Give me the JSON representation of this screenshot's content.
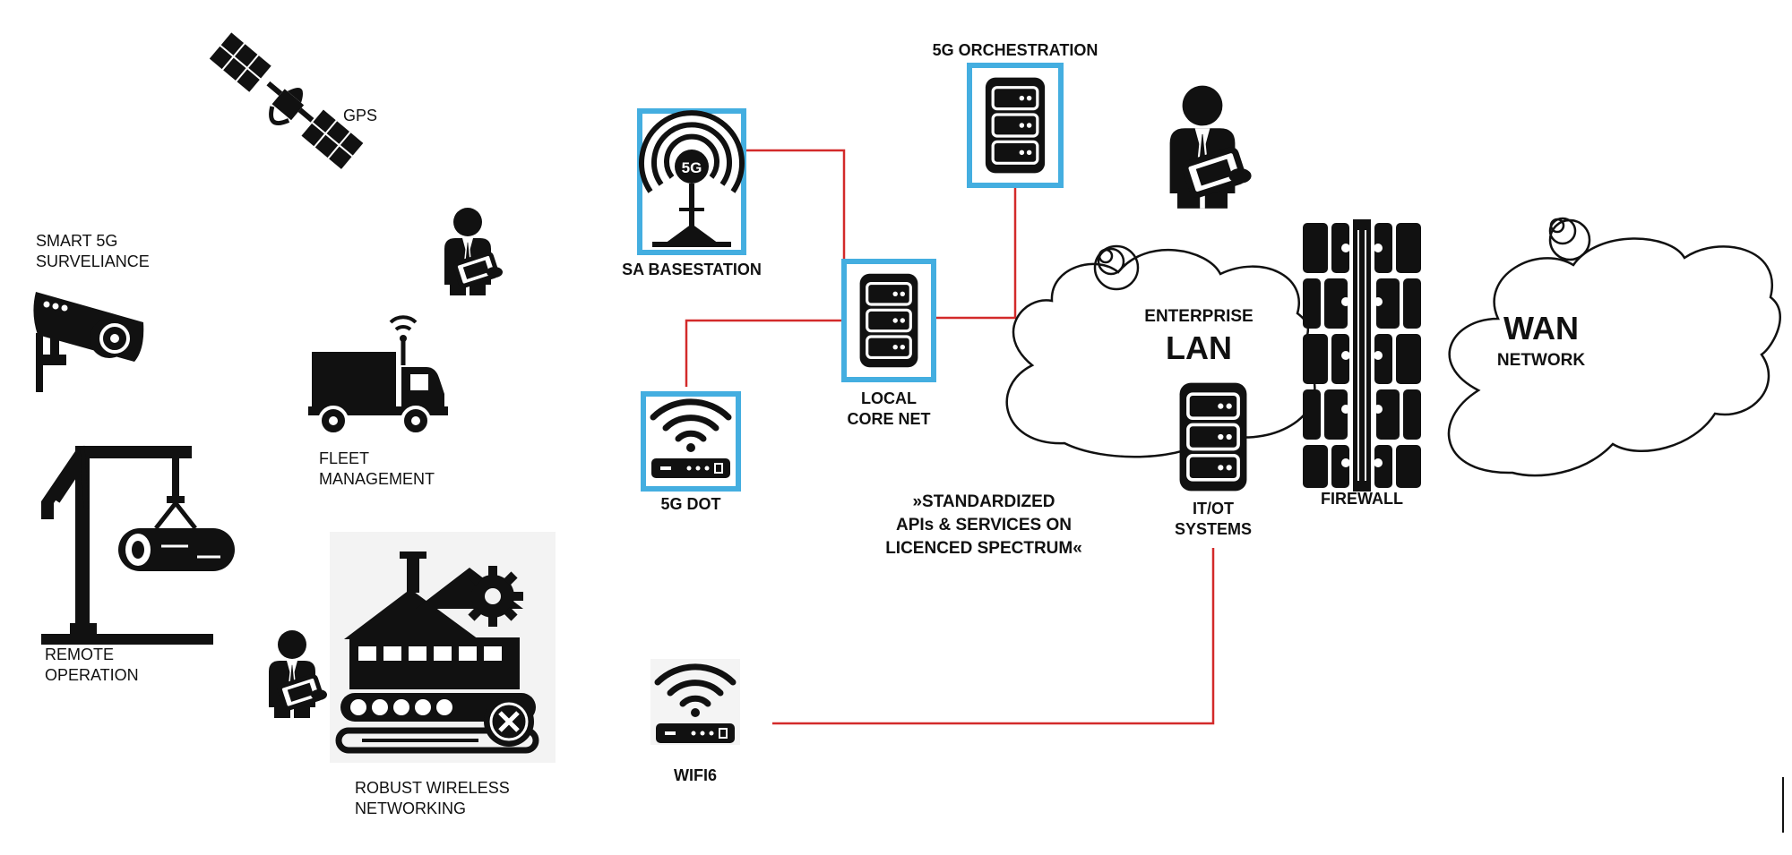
{
  "colors": {
    "frame": "#44aee0",
    "link": "#d32a2a",
    "ink": "#111111"
  },
  "left_section": {
    "gps": {
      "icon": "satellite-icon",
      "label": "GPS"
    },
    "surveillance": {
      "icon": "security-camera-icon",
      "label_line1": "SMART 5G",
      "label_line2": "SURVELIANCE"
    },
    "operator_top": {
      "icon": "person-tablet-icon"
    },
    "fleet": {
      "icon": "truck-antenna-icon",
      "label_line1": "FLEET",
      "label_line2": "MANAGEMENT"
    },
    "remote": {
      "icon": "crane-icon",
      "label_line1": "REMOTE",
      "label_line2": "OPERATION"
    },
    "operator_bottom": {
      "icon": "person-tablet-icon"
    },
    "robust": {
      "icon": "factory-icon",
      "label_line1": "ROBUST WIRELESS",
      "label_line2": "NETWORKING"
    }
  },
  "network": {
    "orchestration": {
      "icon": "server-icon",
      "label": "5G ORCHESTRATION"
    },
    "basestation": {
      "icon": "5g-tower-icon",
      "tower_text": "5G",
      "label": "SA BASESTATION"
    },
    "core": {
      "icon": "server-icon",
      "label_line1": "LOCAL",
      "label_line2": "CORE NET"
    },
    "dot": {
      "icon": "wifi-router-icon",
      "label": "5G DOT"
    },
    "wifi6": {
      "icon": "wifi-router-icon",
      "label": "WIFI6"
    },
    "tagline": {
      "line1": "»STANDARDIZED",
      "line2": "APIs & SERVICES ON",
      "line3": "LICENCED SPECTRUM«"
    },
    "enterprise_lan": {
      "icon": "cloud-icon",
      "line1": "ENTERPRISE",
      "line2": "LAN"
    },
    "itot": {
      "icon": "server-icon",
      "label_line1": "IT/OT",
      "label_line2": "SYSTEMS"
    },
    "admin": {
      "icon": "person-tablet-icon"
    },
    "firewall": {
      "icon": "firewall-icon",
      "label": "FIREWALL"
    },
    "wan": {
      "icon": "cloud-icon",
      "line1": "WAN",
      "line2": "NETWORK"
    }
  }
}
